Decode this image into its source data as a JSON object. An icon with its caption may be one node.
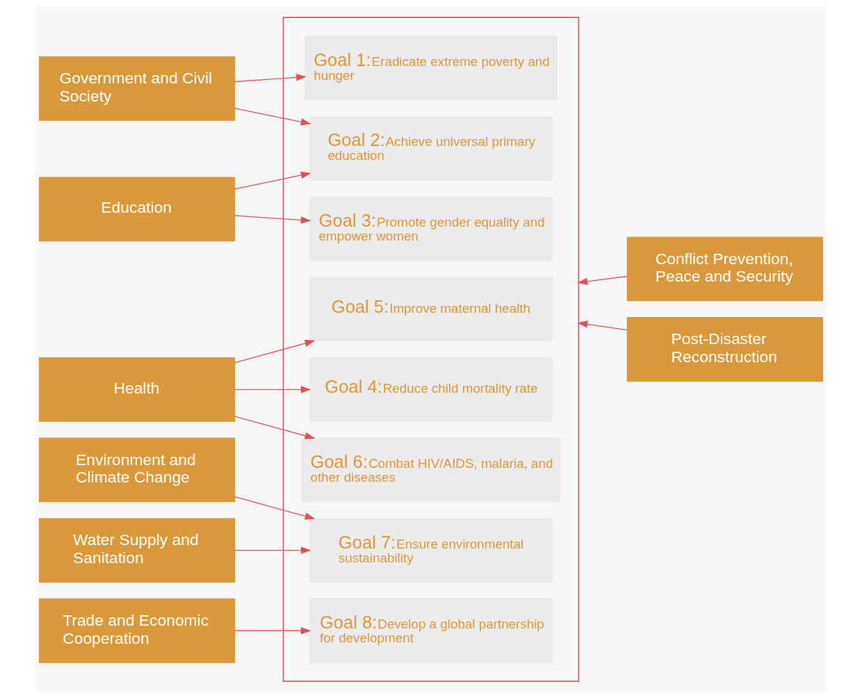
{
  "diagram": {
    "nodes": [
      {
        "text": [],
        "shape": "box"
      },
      {
        "text": [
          "Goal 1:",
          "Eradicate extreme poverty and hunger"
        ],
        "in": 0
      },
      {
        "text": [
          "Goal 2:",
          "Achieve universal primary education"
        ],
        "in": 0
      },
      {
        "text": [
          "Goal 3:",
          "Promote gender equality and empower women"
        ],
        "in": 0
      },
      {
        "text": [
          "Goal 4:",
          "Reduce child mortality rate"
        ],
        "in": 0
      },
      {
        "text": [
          "Goal 5:",
          "Improve maternal health"
        ],
        "in": 0
      },
      {
        "text": [
          "Goal 6:",
          "Combat HIV/AIDS, malaria, and other diseases"
        ],
        "in": 0
      },
      {
        "text": [
          "Goal 7:",
          "Ensure environmental sustainability"
        ],
        "in": 0
      },
      {
        "text": [
          "Goal 8:",
          "Develop a global partnership for development"
        ],
        "in": 0
      },
      {
        "text": [
          "Government and Civil Society"
        ]
      },
      {
        "text": [
          "Education"
        ]
      },
      {
        "text": [
          "Health"
        ]
      },
      {
        "text": [
          "Environment and Climate Change"
        ]
      },
      {
        "text": [
          "Water Supply and Sanitation"
        ]
      },
      {
        "text": [
          "Trade and Economic Cooperation"
        ]
      },
      {
        "text": [
          "Conflict Prevention, Peace and Security"
        ]
      },
      {
        "text": [
          "Post-Disaster Reconstruction"
        ]
      }
    ],
    "edges": [
      {
        "from": 9,
        "to": 1,
        "arrow": "to"
      },
      {
        "from": 9,
        "to": 2,
        "arrow": "to"
      },
      {
        "from": 10,
        "to": 2,
        "arrow": "to"
      },
      {
        "from": 10,
        "to": 3,
        "arrow": "to"
      },
      {
        "from": 11,
        "to": 4,
        "arrow": "to"
      },
      {
        "from": 11,
        "to": 5,
        "arrow": "to"
      },
      {
        "from": 11,
        "to": 6,
        "arrow": "to"
      },
      {
        "from": 12,
        "to": 7,
        "arrow": "to"
      },
      {
        "from": 13,
        "to": 7,
        "arrow": "to"
      },
      {
        "from": 14,
        "to": 8,
        "arrow": "to"
      },
      {
        "from": 15,
        "to": 0,
        "arrow": "to"
      },
      {
        "from": 16,
        "to": 0,
        "arrow": "to"
      }
    ]
  }
}
